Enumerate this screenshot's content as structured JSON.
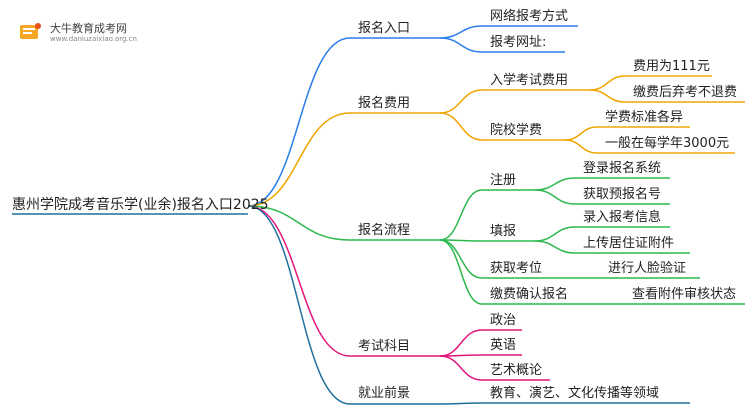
{
  "logo": {
    "title": "大牛教育成考网",
    "url": "www.daniuzaixiao.org.cn"
  },
  "root": "惠州学院成考音乐学(业余)报名入口2025",
  "colors": {
    "blue": "#2b7de9",
    "orange": "#f0a500",
    "green": "#2db84d",
    "pink": "#e3157b",
    "dark": "#1f6f9e"
  },
  "branches": [
    {
      "key": "b0",
      "label": "报名入口",
      "color": "blue",
      "children": [
        {
          "label": "网络报考方式",
          "children": []
        },
        {
          "label": "报考网址:",
          "children": []
        }
      ]
    },
    {
      "key": "b1",
      "label": "报名费用",
      "color": "orange",
      "children": [
        {
          "label": "入学考试费用",
          "children": [
            "费用为111元",
            "缴费后弃考不退费"
          ]
        },
        {
          "label": "院校学费",
          "children": [
            "学费标准各异",
            "一般在每学年3000元"
          ]
        }
      ]
    },
    {
      "key": "b2",
      "label": "报名流程",
      "color": "green",
      "children": [
        {
          "label": "注册",
          "children": [
            "登录报名系统",
            "获取预报名号"
          ]
        },
        {
          "label": "填报",
          "children": [
            "录入报考信息",
            "上传居住证附件"
          ]
        },
        {
          "label": "获取考位",
          "children": [
            "进行人脸验证"
          ]
        },
        {
          "label": "缴费确认报名",
          "children": [
            "查看附件审核状态"
          ]
        }
      ]
    },
    {
      "key": "b3",
      "label": "考试科目",
      "color": "pink",
      "children": [
        {
          "label": "政治",
          "children": []
        },
        {
          "label": "英语",
          "children": []
        },
        {
          "label": "艺术概论",
          "children": []
        }
      ]
    },
    {
      "key": "b4",
      "label": "就业前景",
      "color": "dark",
      "children": [
        {
          "label": "教育、演艺、文化传播等领域",
          "children": []
        }
      ]
    }
  ]
}
